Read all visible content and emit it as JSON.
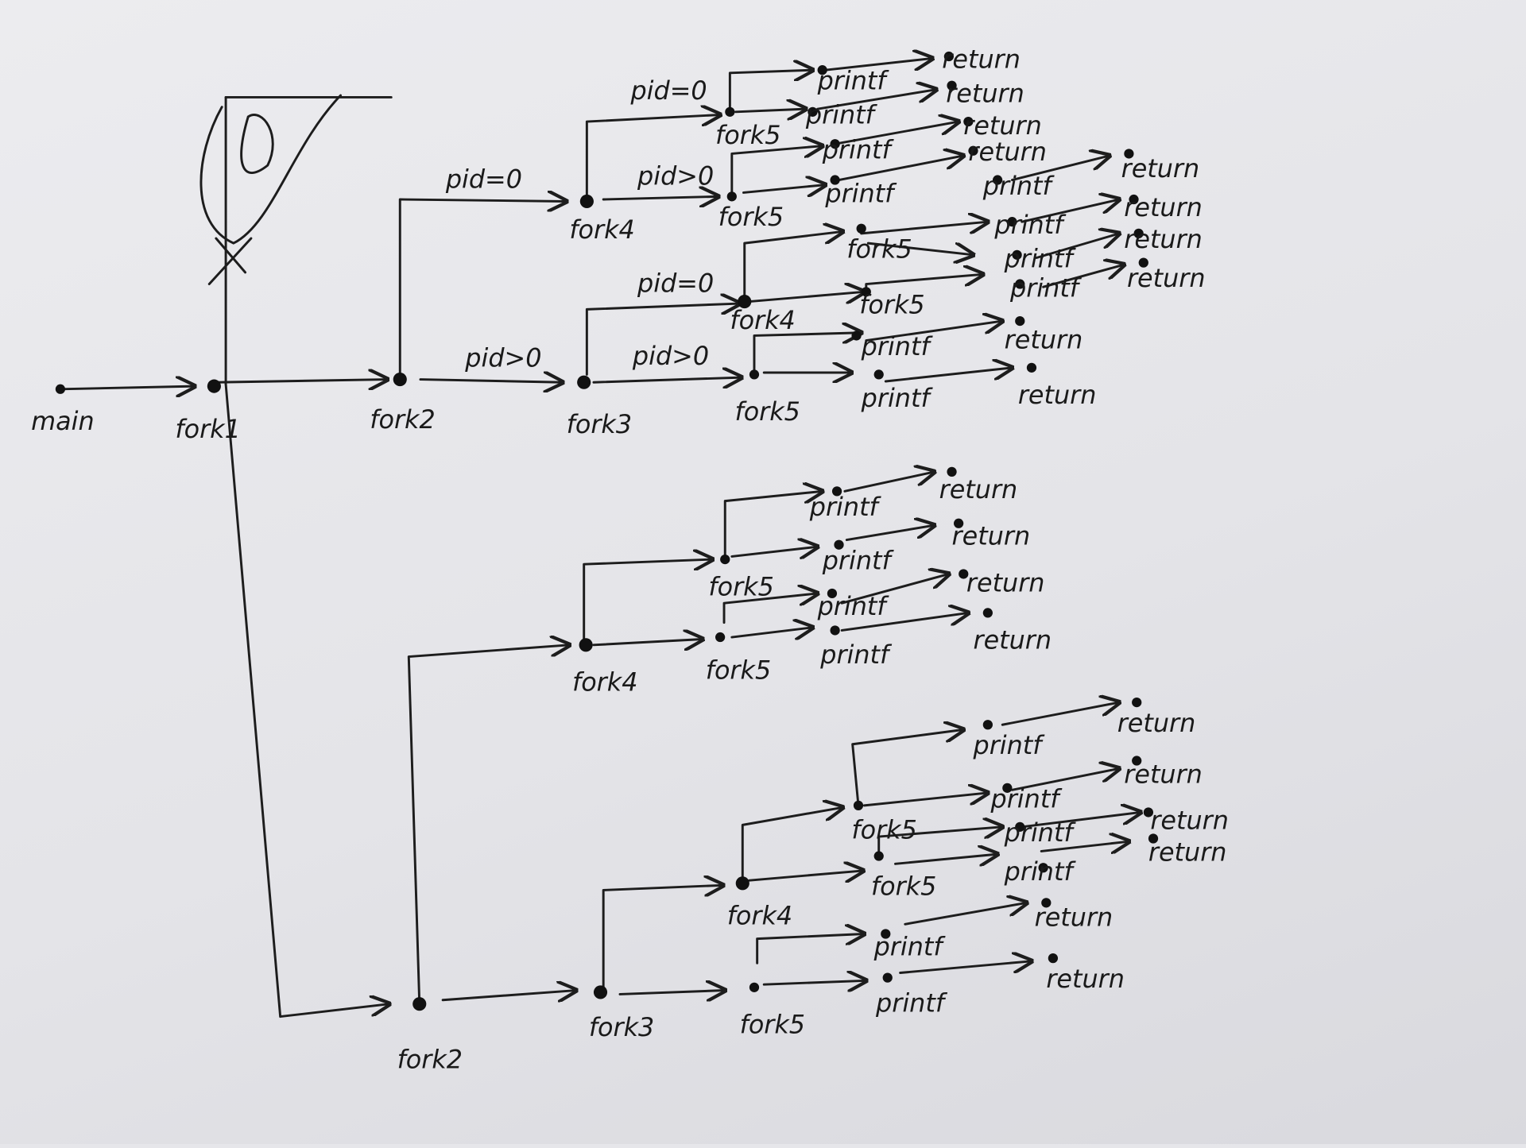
{
  "diagram": {
    "title": "fork process tree",
    "labels": {
      "main": "main",
      "fork1": "fork1",
      "fork2": "fork2",
      "fork3": "fork3",
      "fork4": "fork4",
      "fork5": "fork5",
      "printf": "printf",
      "return": "return",
      "pid_eq_0": "pid=0",
      "pid_gt_0": "pid>0"
    }
  }
}
